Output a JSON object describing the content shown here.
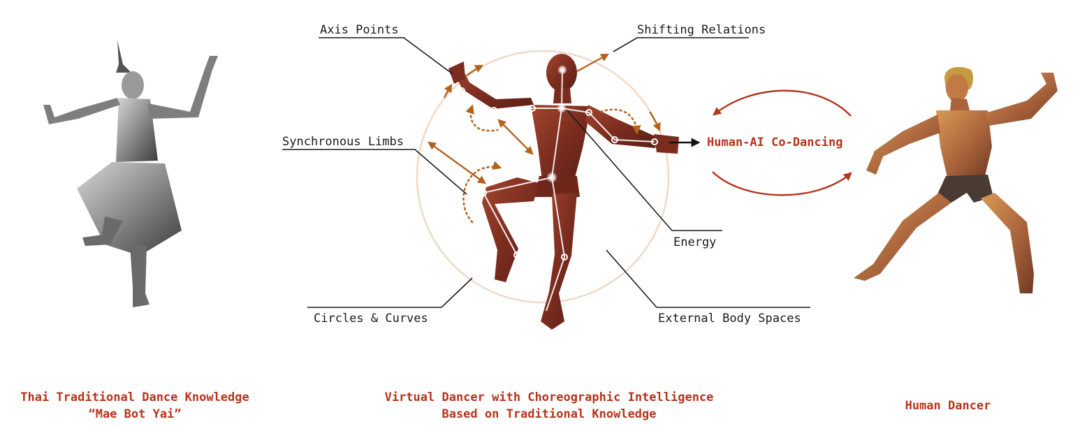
{
  "colors": {
    "accent": "#b5341c",
    "arrow": "#b5621c",
    "virtual_dancer_body": "#8a3525",
    "guide_circle": "#efd9c8",
    "text": "#1a1a1a"
  },
  "labels": {
    "axis_points": "Axis Points",
    "shifting_relations": "Shifting Relations",
    "synchronous_limbs": "Synchronous Limbs",
    "energy": "Energy",
    "circles_curves": "Circles & Curves",
    "external_body_spaces": "External Body Spaces",
    "co_dancing": "Human-AI Co-Dancing"
  },
  "captions": {
    "traditional_line1": "Thai Traditional Dance Knowledge",
    "traditional_line2": "“Mae Bot Yai”",
    "virtual_line1": "Virtual Dancer with Choreographic Intelligence",
    "virtual_line2": "Based on Traditional Knowledge",
    "human": "Human Dancer"
  },
  "figures": {
    "traditional": "grayscale-thai-dancer-figure",
    "virtual": "copper-virtual-dancer-figure",
    "human": "human-dancer-figure"
  }
}
